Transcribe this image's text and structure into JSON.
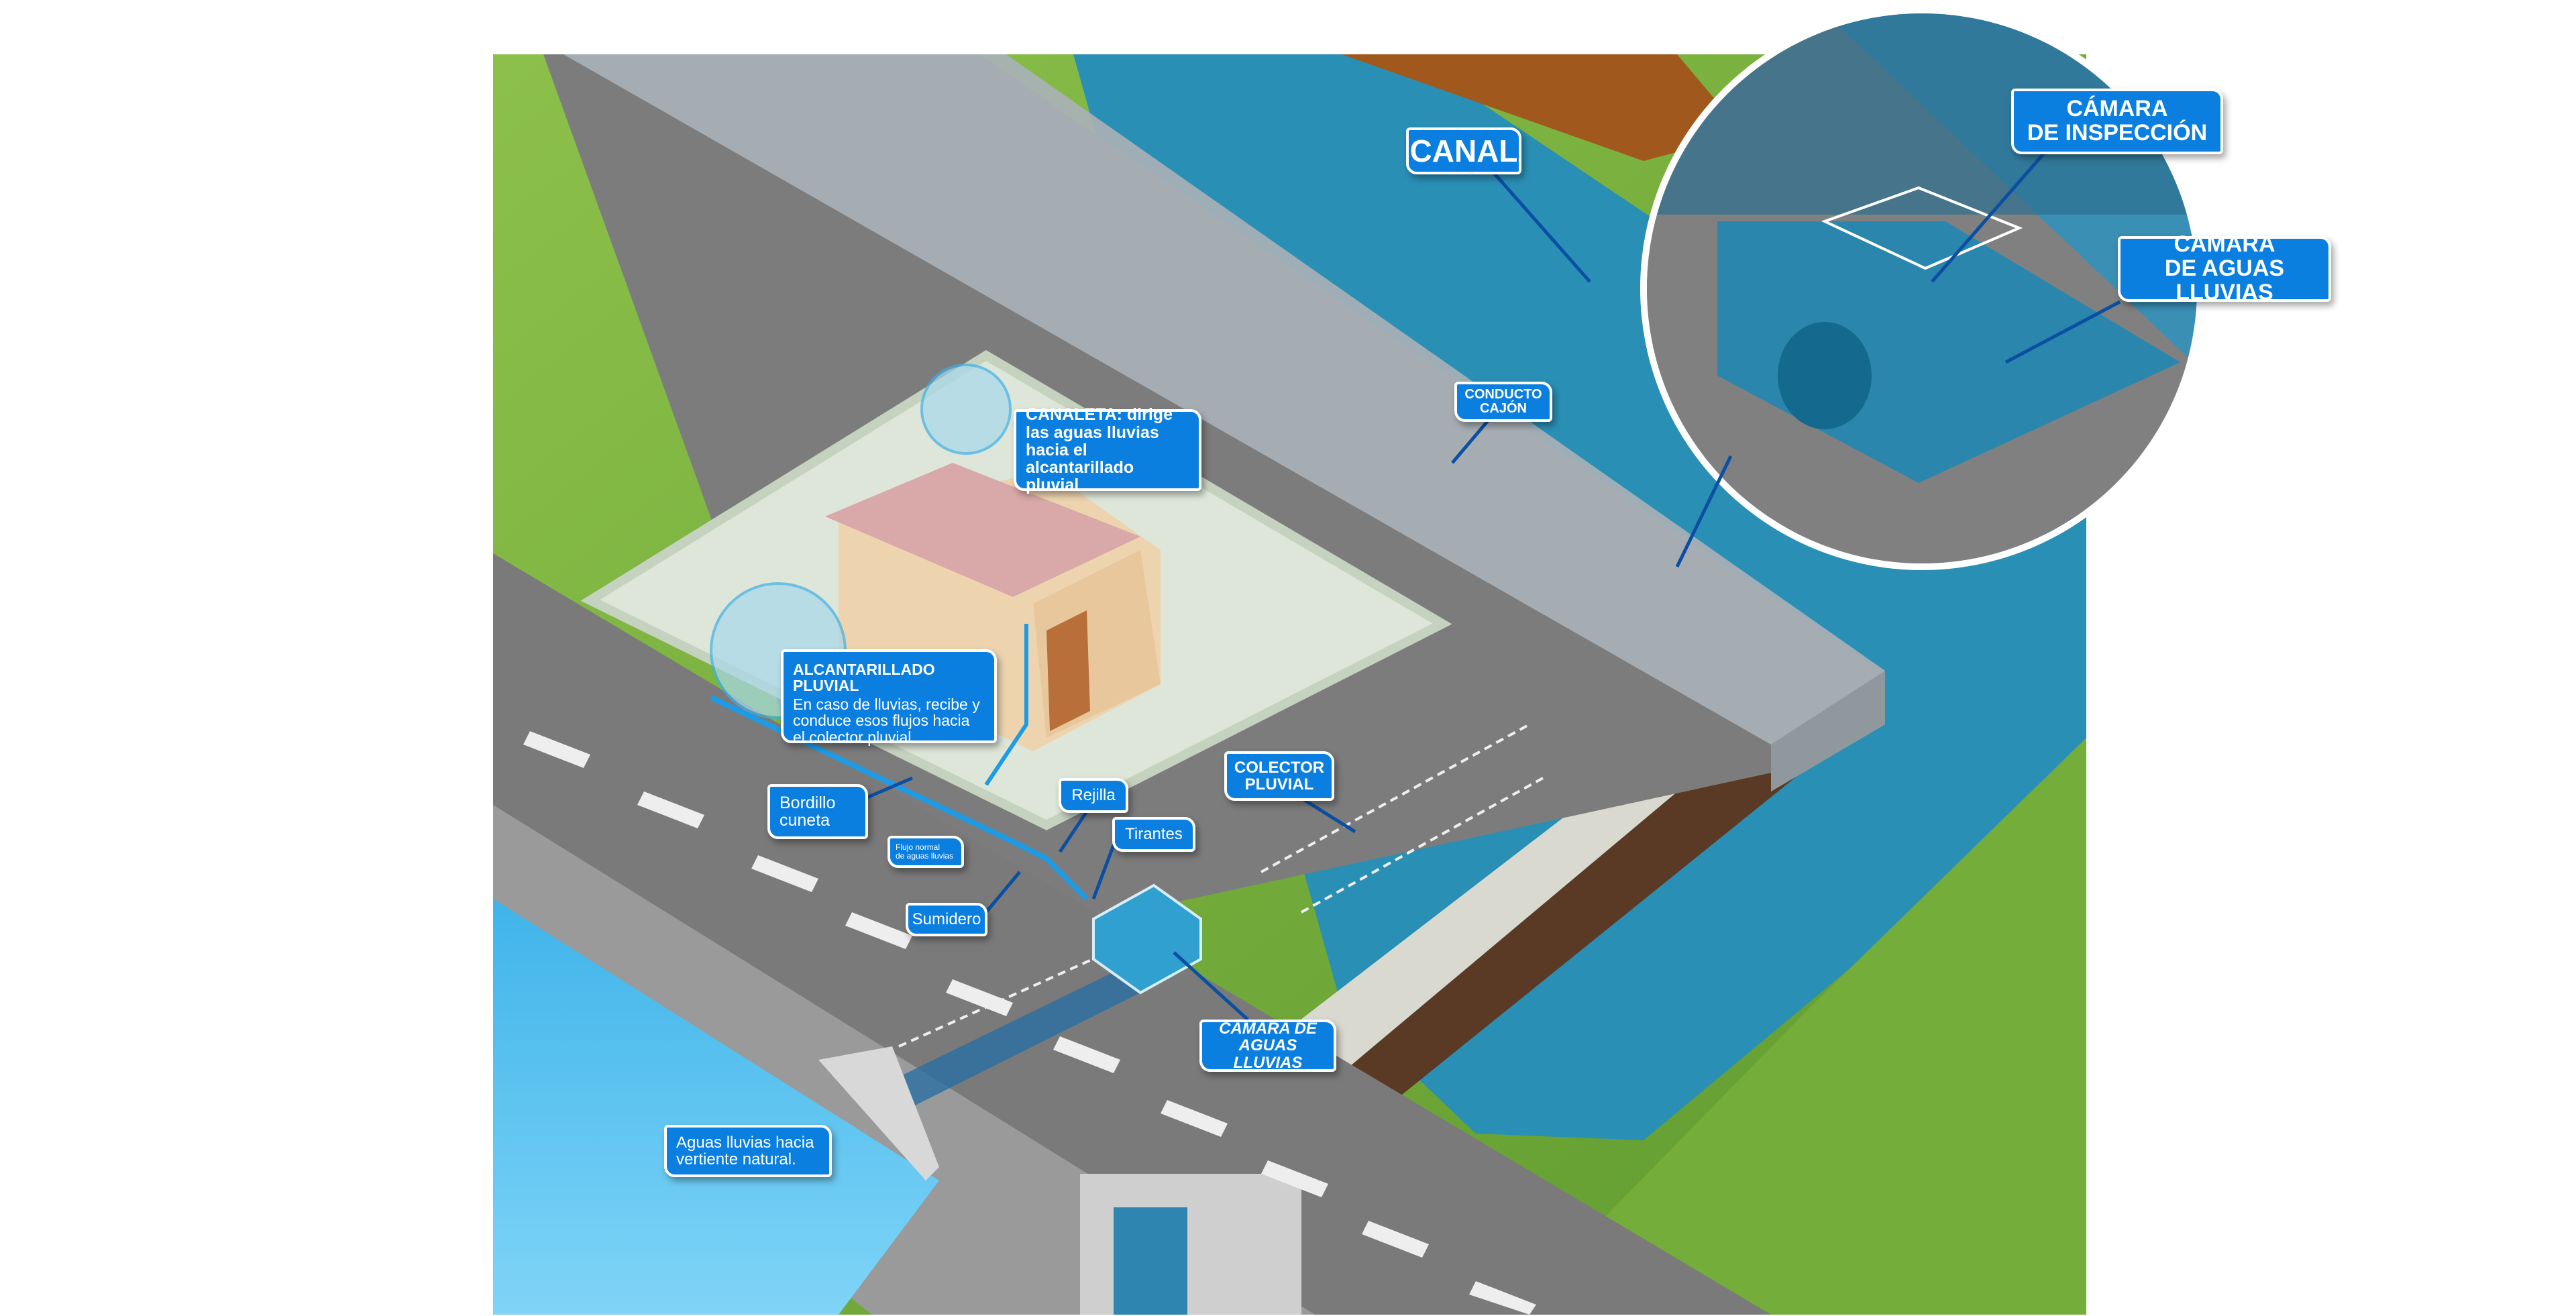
{
  "labels": {
    "canal": "CANAL",
    "camara_inspeccion": [
      "CÁMARA",
      "DE INSPECCIÓN"
    ],
    "camara_aguas_lluvias_inset": [
      "CÁMARA",
      "DE AGUAS LLUVIAS"
    ],
    "conducto_cajon": [
      "CONDUCTO",
      "CAJÓN"
    ],
    "canaleta": "CANALETA: dirige las aguas lluvias hacia el alcantarillado pluvial",
    "alcantarillado": {
      "title": "ALCANTARILLADO PLUVIAL",
      "body": "En caso de lluvias, recibe y conduce esos flujos hacia el colector pluvial."
    },
    "bordillo": [
      "Bordillo",
      "cuneta"
    ],
    "rejilla": "Rejilla",
    "flujo_normal": [
      "Flujo normal",
      "de aguas lluvias"
    ],
    "tirantes": "Tirantes",
    "colector": [
      "COLECTOR",
      "PLUVIAL"
    ],
    "sumidero": "Sumidero",
    "camara_aguas_lluvias": [
      "CÁMARA DE",
      "AGUAS LLUVIAS"
    ],
    "aguas_vertiente": [
      "Aguas lluvias hacia",
      "vertiente natural."
    ]
  },
  "colors": {
    "label_bg": "#0a7fe0",
    "grass": "#7db340",
    "road": "#7a7a7a",
    "water": "#2a8fb5",
    "river": "#4cc0ee"
  }
}
